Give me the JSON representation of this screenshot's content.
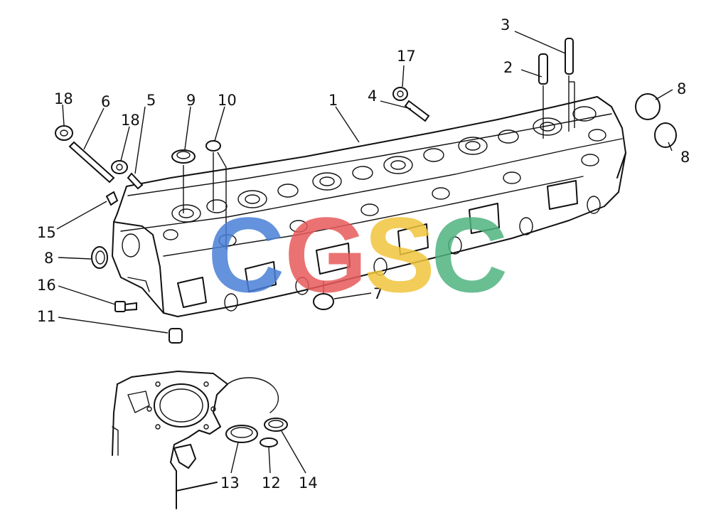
{
  "diagram": {
    "callouts": [
      "1",
      "2",
      "3",
      "4",
      "5",
      "6",
      "7",
      "8",
      "8",
      "8",
      "9",
      "10",
      "11",
      "12",
      "13",
      "14",
      "15",
      "16",
      "17",
      "18",
      "18"
    ]
  },
  "watermark": {
    "letters": [
      "C",
      "G",
      "S",
      "C"
    ],
    "colors": [
      "#4a7fd6",
      "#e85a5a",
      "#f2c53d",
      "#4fb37f"
    ]
  }
}
